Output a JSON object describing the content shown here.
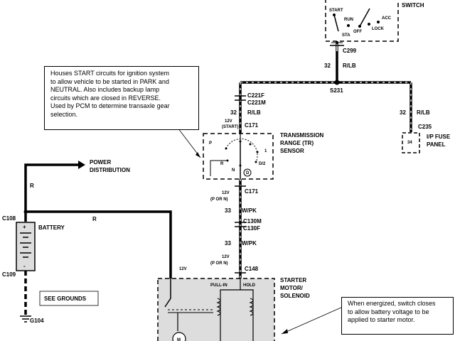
{
  "components": {
    "ignition_switch": {
      "name": "SWITCH",
      "positions": [
        "START",
        "RUN",
        "ACC",
        "STA",
        "OFF",
        "LOCK"
      ]
    },
    "tr_sensor": {
      "name_lines": [
        "TRANSMISSION",
        "RANGE (TR)",
        "SENSOR"
      ],
      "positions": [
        "P",
        "R",
        "N",
        "D",
        "D/2",
        "1"
      ]
    },
    "fuse_panel": {
      "name_lines": [
        "I/P FUSE",
        "PANEL"
      ],
      "fuse": "34"
    },
    "battery": {
      "name": "BATTERY",
      "plus": "+",
      "minus": "-"
    },
    "starter": {
      "name_lines": [
        "STARTER",
        "MOTOR/",
        "SOLENOID"
      ],
      "pull_in": "PULL-IN",
      "hold": "HOLD",
      "motor": "M"
    },
    "power_distribution": [
      "POWER",
      "DISTRIBUTION"
    ],
    "see_grounds": "SEE GROUNDS"
  },
  "connectors": {
    "c299": "C299",
    "s231": "S231",
    "c221f": "C221F",
    "c221m": "C221M",
    "c235": "C235",
    "c171a": "C171",
    "c171b": "C171",
    "c130m": "C130M",
    "c130f": "C130F",
    "c148": "C148",
    "c108": "C108",
    "c109": "C109",
    "g104": "G104"
  },
  "wires": {
    "w32_top": {
      "num": "32",
      "color": "R/LB"
    },
    "w32_left": {
      "num": "32",
      "color": "R/LB"
    },
    "w32_right": {
      "num": "32",
      "color": "R/LB"
    },
    "w33_a": {
      "num": "33",
      "color": "W/PK"
    },
    "w33_b": {
      "num": "33",
      "color": "W/PK"
    },
    "r_power": "R",
    "r_battery": "R"
  },
  "voltages": {
    "v12_start": [
      "12V",
      "(START)"
    ],
    "v12_pn_a": [
      "12V",
      "(P OR N)"
    ],
    "v12_pn_b": [
      "12V",
      "(P OR N)"
    ],
    "v12_starter": "12V"
  },
  "notes": {
    "tr_note": [
      "Houses START circuits for ignition system",
      "to allow vehicle to be started in PARK and",
      "NEUTRAL. Also includes backup lamp",
      "circuits which are closed in REVERSE.",
      "Used by PCM to determine transaxle gear",
      "selection."
    ],
    "starter_note": [
      "When energized, switch closes",
      "to allow battery voltage to be",
      "applied to starter motor."
    ]
  }
}
